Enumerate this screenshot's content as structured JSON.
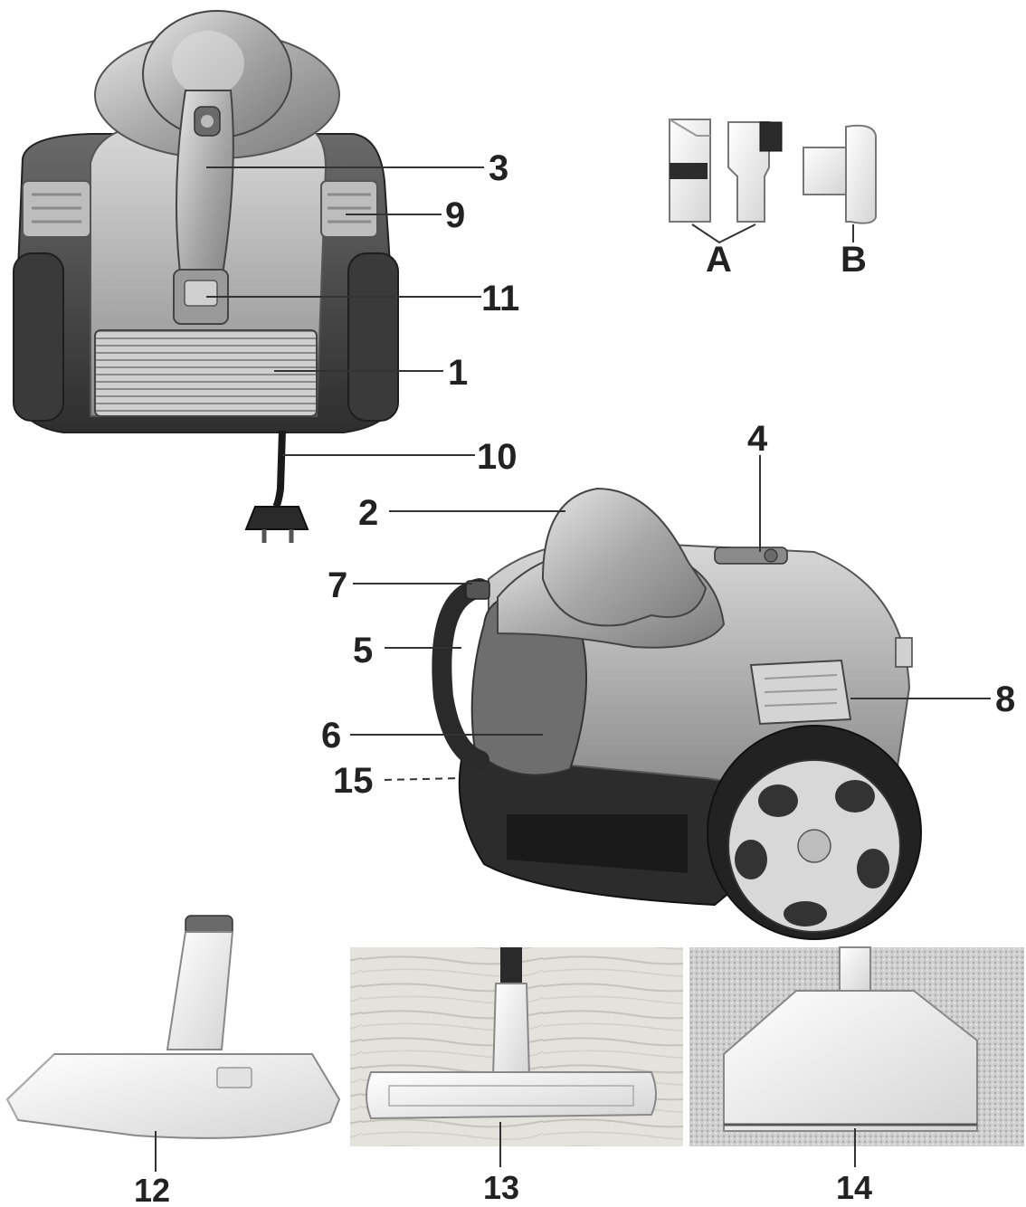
{
  "callouts": {
    "n1": "1",
    "n2": "2",
    "n3": "3",
    "n4": "4",
    "n5": "5",
    "n6": "6",
    "n7": "7",
    "n8": "8",
    "n9": "9",
    "n10": "10",
    "n11": "11",
    "n12": "12",
    "n13": "13",
    "n14": "14",
    "n15": "15",
    "nA": "A",
    "nB": "B"
  }
}
